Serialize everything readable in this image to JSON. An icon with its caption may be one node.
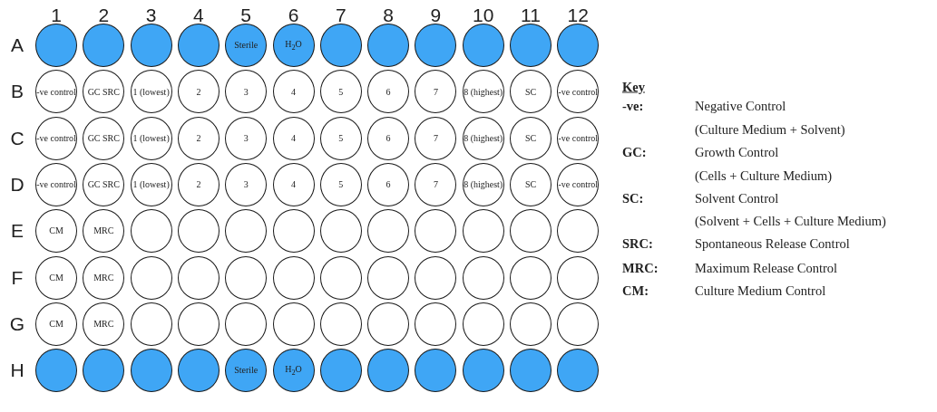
{
  "diagram": {
    "nodes": [
      {
        "text": [],
        "shape": "circle"
      },
      {
        "text": [],
        "shape": "circle"
      },
      {
        "text": [],
        "shape": "circle"
      },
      {
        "text": [],
        "shape": "circle"
      },
      {
        "text": [
          "Sterile"
        ]
      },
      {
        "text": [
          "H$_{2}$O"
        ]
      },
      {
        "text": [],
        "shape": "circle"
      },
      {
        "text": [],
        "shape": "circle"
      },
      {
        "text": [],
        "shape": "circle"
      },
      {
        "text": [],
        "shape": "circle"
      },
      {
        "text": [],
        "shape": "circle"
      },
      {
        "text": [],
        "shape": "circle"
      },
      {
        "text": [
          "-ve control"
        ]
      },
      {
        "text": [
          "GC SRC"
        ]
      },
      {
        "text": [
          "1 (lowest)"
        ]
      },
      {
        "text": [
          "2"
        ]
      },
      {
        "text": [
          "3"
        ]
      },
      {
        "text": [
          "4"
        ]
      },
      {
        "text": [
          "5"
        ]
      },
      {
        "text": [
          "6"
        ]
      },
      {
        "text": [
          "7"
        ]
      },
      {
        "text": [
          "8 (highest)"
        ]
      },
      {
        "text": [
          "SC"
        ]
      },
      {
        "text": [
          "-ve control"
        ]
      },
      {
        "text": [
          "-ve control"
        ]
      },
      {
        "text": [
          "GC SRC"
        ]
      },
      {
        "text": [
          "1 (lowest)"
        ]
      },
      {
        "text": [
          "2"
        ]
      },
      {
        "text": [
          "3"
        ]
      },
      {
        "text": [
          "4"
        ]
      },
      {
        "text": [
          "5"
        ]
      },
      {
        "text": [
          "6"
        ]
      },
      {
        "text": [
          "7"
        ]
      },
      {
        "text": [
          "8 (highest)"
        ]
      },
      {
        "text": [
          "SC"
        ]
      },
      {
        "text": [
          "-ve control"
        ]
      },
      {
        "text": [
          "-ve control"
        ]
      },
      {
        "text": [
          "GC SRC"
        ]
      },
      {
        "text": [
          "1 (lowest)"
        ]
      },
      {
        "text": [
          "2"
        ]
      },
      {
        "text": [
          "3"
        ]
      },
      {
        "text": [
          "4"
        ]
      },
      {
        "text": [
          "5"
        ]
      },
      {
        "text": [
          "6"
        ]
      },
      {
        "text": [
          "7"
        ]
      },
      {
        "text": [
          "8 (highest)"
        ]
      },
      {
        "text": [
          "SC"
        ]
      },
      {
        "text": [
          "-ve control"
        ]
      },
      {
        "text": [
          "CM"
        ]
      },
      {
        "text": [
          "MRC"
        ]
      },
      {
        "text": [],
        "shape": "circle"
      },
      {
        "text": [],
        "shape": "circle"
      },
      {
        "text": [],
        "shape": "circle"
      },
      {
        "text": [],
        "shape": "circle"
      },
      {
        "text": [],
        "shape": "circle"
      },
      {
        "text": [],
        "shape": "circle"
      },
      {
        "text": [],
        "shape": "circle"
      },
      {
        "text": [],
        "shape": "circle"
      },
      {
        "text": [],
        "shape": "circle"
      },
      {
        "text": [],
        "shape": "circle"
      },
      {
        "text": [
          "CM"
        ]
      },
      {
        "text": [
          "MRC"
        ]
      },
      {
        "text": [],
        "shape": "circle"
      },
      {
        "text": [],
        "shape": "circle"
      },
      {
        "text": [],
        "shape": "circle"
      },
      {
        "text": [],
        "shape": "circle"
      },
      {
        "text": [],
        "shape": "circle"
      },
      {
        "text": [],
        "shape": "circle"
      },
      {
        "text": [],
        "shape": "circle"
      },
      {
        "text": [],
        "shape": "circle"
      },
      {
        "text": [],
        "shape": "circle"
      },
      {
        "text": [],
        "shape": "circle"
      },
      {
        "text": [
          "CM"
        ]
      },
      {
        "text": [
          "MRC"
        ]
      },
      {
        "text": [],
        "shape": "circle"
      },
      {
        "text": [],
        "shape": "circle"
      },
      {
        "text": [],
        "shape": "circle"
      },
      {
        "text": [],
        "shape": "circle"
      },
      {
        "text": [],
        "shape": "circle"
      },
      {
        "text": [],
        "shape": "circle"
      },
      {
        "text": [],
        "shape": "circle"
      },
      {
        "text": [],
        "shape": "circle"
      },
      {
        "text": [],
        "shape": "circle"
      },
      {
        "text": [],
        "shape": "circle"
      },
      {
        "text": [],
        "shape": "circle"
      },
      {
        "text": [],
        "shape": "circle"
      },
      {
        "text": [],
        "shape": "circle"
      },
      {
        "text": [],
        "shape": "circle"
      },
      {
        "text": [
          "Sterile"
        ]
      },
      {
        "text": [
          "H$_{2}$O"
        ]
      },
      {
        "text": [],
        "shape": "circle"
      },
      {
        "text": [],
        "shape": "circle"
      },
      {
        "text": [],
        "shape": "circle"
      },
      {
        "text": [],
        "shape": "circle"
      },
      {
        "text": [],
        "shape": "circle"
      },
      {
        "text": [],
        "shape": "circle"
      }
    ],
    "edges": [],
    "labels": [
      "1",
      "2",
      "3",
      "4",
      "5",
      "6",
      "7",
      "8",
      "9",
      "10",
      "11",
      "12",
      "A",
      "B",
      "C",
      "D",
      "E",
      "F",
      "G",
      "H",
      "Key",
      "-ve:",
      "Negative Control",
      "(Culture Medium + Solvent)",
      "GC:",
      "Growth Control",
      "(Cells + Culture Medium)",
      "SC:",
      "Solvent Control",
      "(Solvent + Cells + Culture Medium)",
      "SRC:",
      "Spontaneous Release Control",
      "MRC:",
      "Maximum Release Control",
      "CM:",
      "Culture Medium Control"
    ]
  }
}
